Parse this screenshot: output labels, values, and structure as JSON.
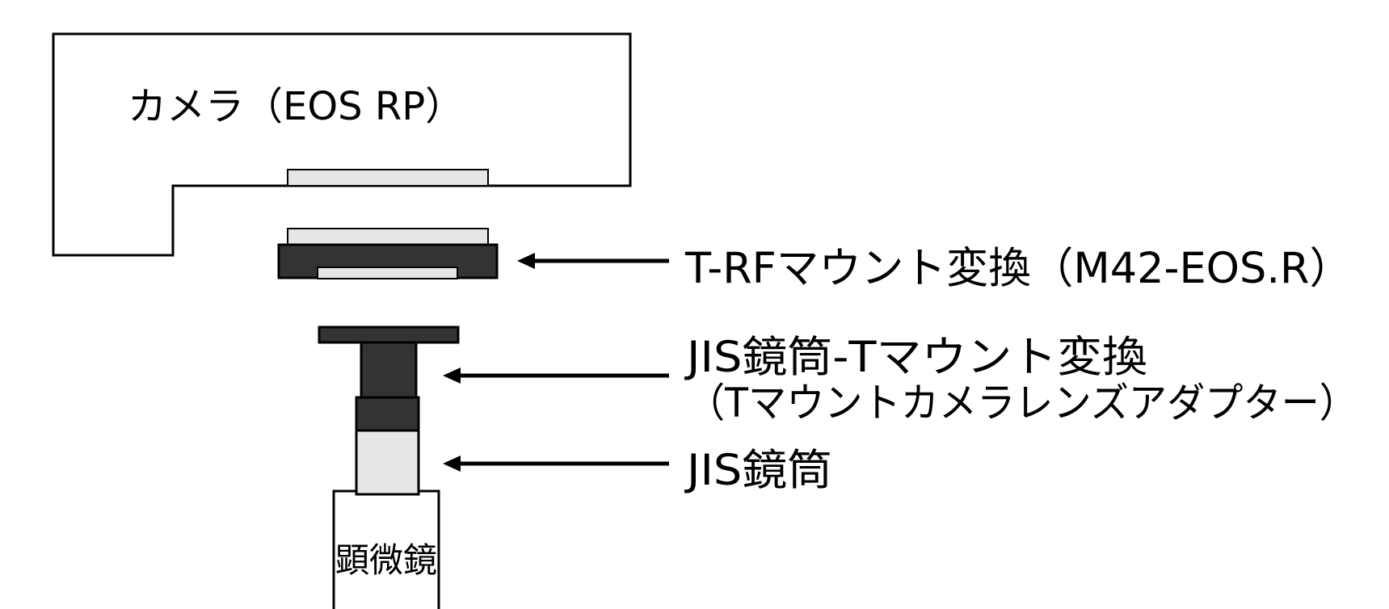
{
  "diagram": {
    "camera_label": "カメラ（EOS RP）",
    "microscope_label": "顕微鏡",
    "t_rf_adapter_label": "T-RFマウント変換（M42-EOS.R）",
    "jis_t_adapter_label": "JIS鏡筒-Tマウント変換",
    "jis_t_adapter_sublabel": "（Tマウントカメラレンズアダプター）",
    "jis_tube_label": "JIS鏡筒"
  },
  "colors": {
    "outline": "#000000",
    "dark_part": "#333333",
    "light_part": "#e6e6e6",
    "background": "#ffffff"
  }
}
